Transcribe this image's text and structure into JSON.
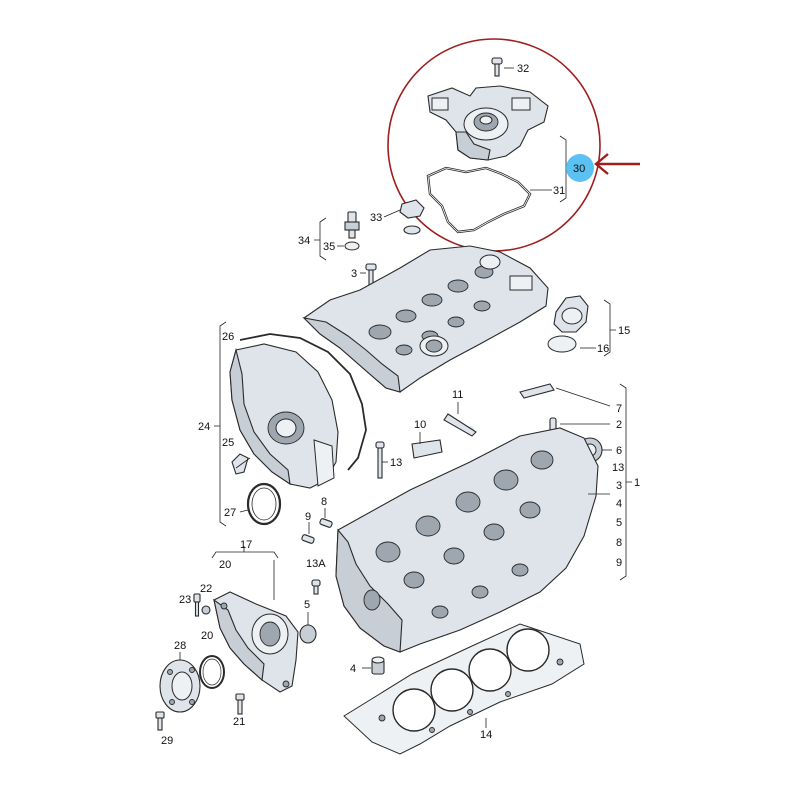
{
  "callouts": {
    "c1": "1",
    "c2": "2",
    "c3a": "3",
    "c3b": "3",
    "c4": "4",
    "c5a": "5",
    "c5b": "5",
    "c6": "6",
    "c7": "7",
    "c8a": "8",
    "c8b": "8",
    "c9a": "9",
    "c9b": "9",
    "c10": "10",
    "c11": "11",
    "c13a": "13",
    "c13b": "13",
    "c13A": "13A",
    "c14": "14",
    "c15": "15",
    "c16": "16",
    "c17": "17",
    "c20a": "20",
    "c20b": "20",
    "c21": "21",
    "c22": "22",
    "c23": "23",
    "c24": "24",
    "c25": "25",
    "c26": "26",
    "c27": "27",
    "c28": "28",
    "c29": "29",
    "c30": "30",
    "c31": "31",
    "c32": "32",
    "c33": "33",
    "c34": "34",
    "c35": "35"
  },
  "highlight": {
    "circle_color": "#a01d1d",
    "arrow_color": "#a01d1d",
    "badge_color": "#5bc0f2"
  }
}
